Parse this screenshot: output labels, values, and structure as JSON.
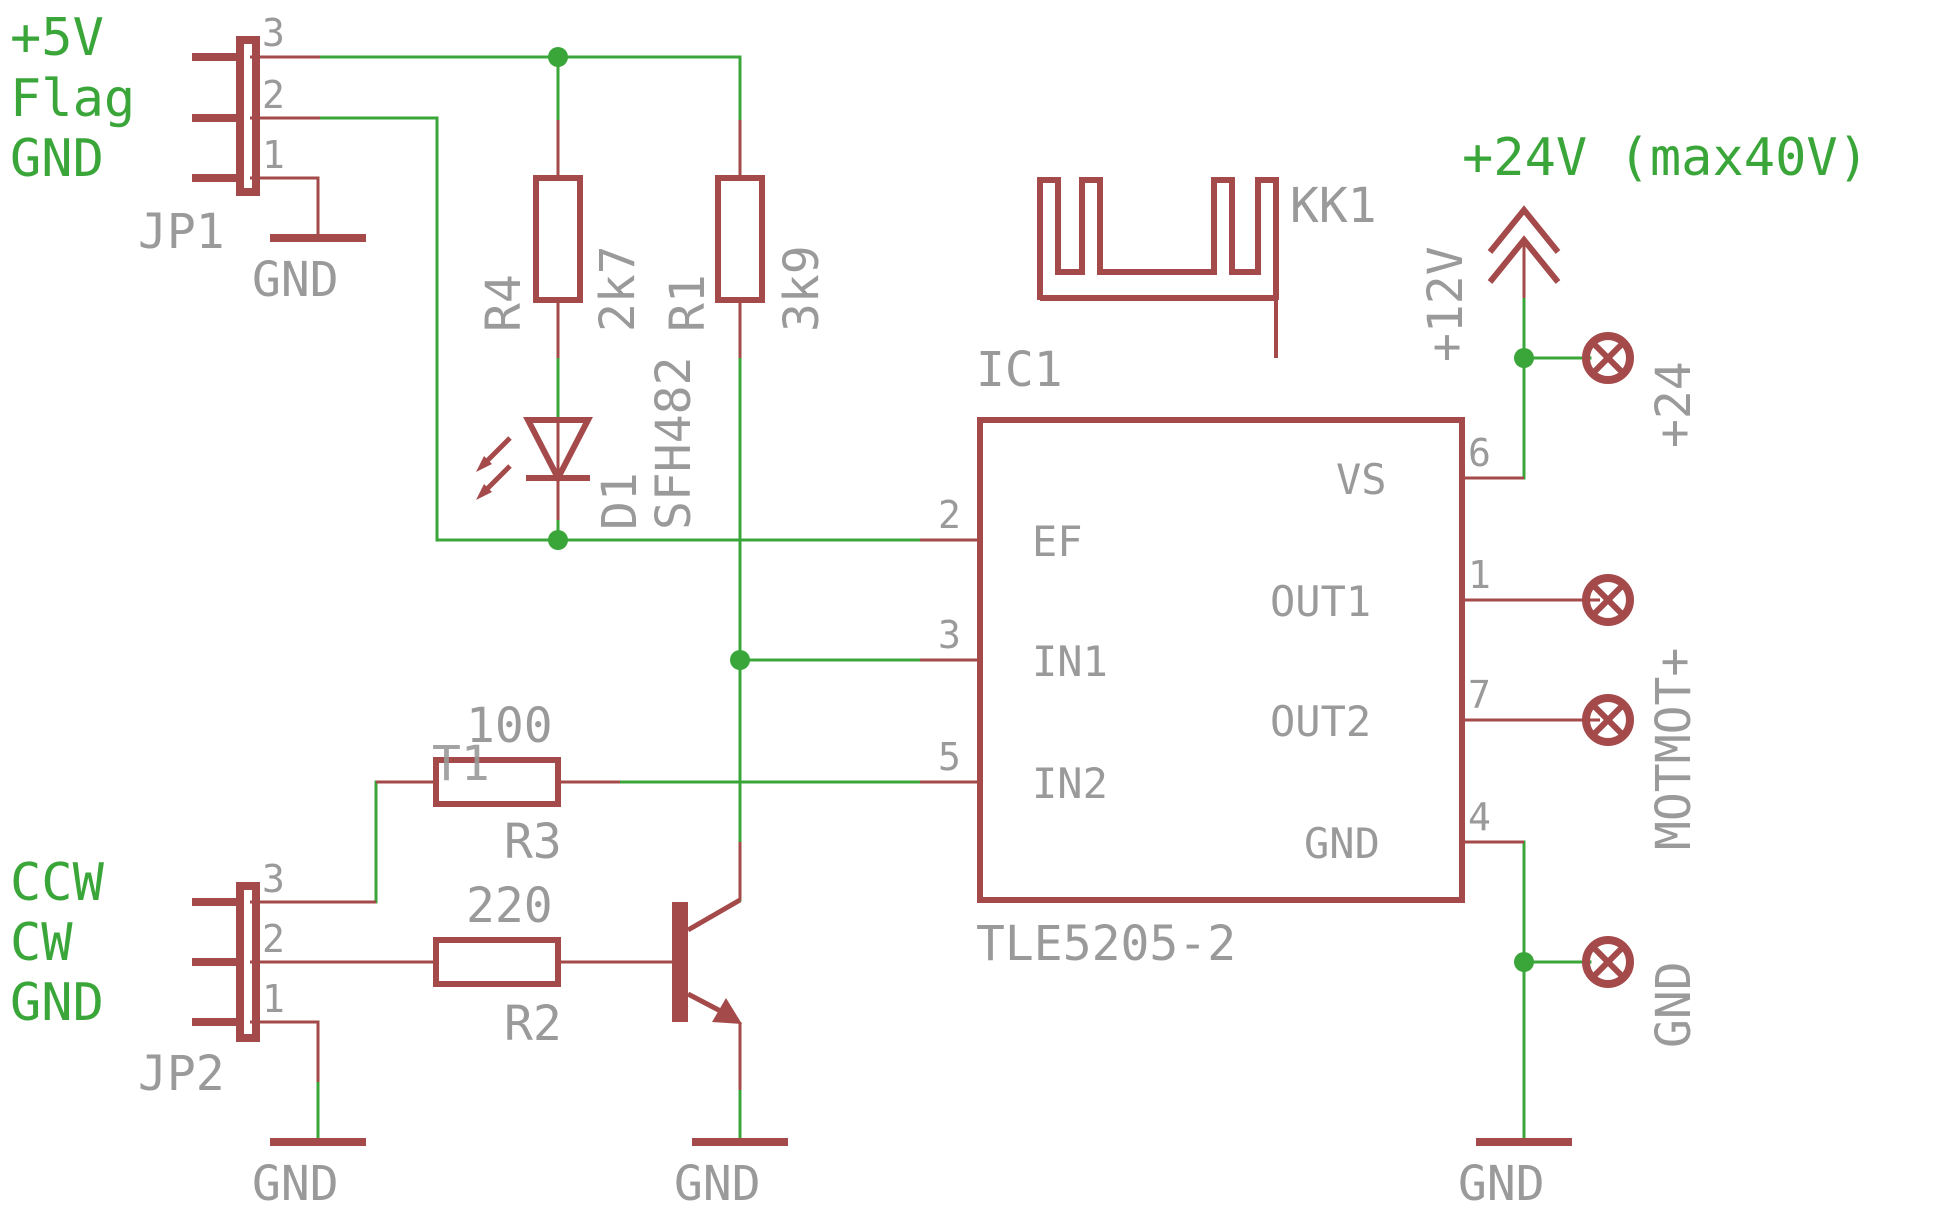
{
  "jp1": {
    "name": "JP1",
    "pins": [
      "3",
      "2",
      "1"
    ],
    "signals": [
      "+5V",
      "Flag",
      "GND"
    ],
    "gnd_label": "GND"
  },
  "jp2": {
    "name": "JP2",
    "pins": [
      "3",
      "2",
      "1"
    ],
    "signals": [
      "CCW",
      "CW",
      "GND"
    ],
    "gnd_label": "GND"
  },
  "r4": {
    "name": "R4",
    "value": "2k7"
  },
  "r1": {
    "name": "R1",
    "value": "3k9"
  },
  "d1": {
    "name": "D1",
    "value": "SFH482"
  },
  "r3": {
    "name": "R3",
    "value": "100"
  },
  "r2": {
    "name": "R2",
    "value": "220"
  },
  "t1": {
    "name": "T1",
    "gnd_label": "GND"
  },
  "kk1": {
    "name": "KK1"
  },
  "ic1": {
    "name": "IC1",
    "part": "TLE5205-2",
    "left_pins": [
      {
        "num": "2",
        "label": "EF"
      },
      {
        "num": "3",
        "label": "IN1"
      },
      {
        "num": "5",
        "label": "IN2"
      }
    ],
    "right_pins": [
      {
        "num": "6",
        "label": "VS"
      },
      {
        "num": "1",
        "label": "OUT1"
      },
      {
        "num": "7",
        "label": "OUT2"
      },
      {
        "num": "4",
        "label": "GND"
      }
    ]
  },
  "supply": {
    "label": "+24V (max40V)",
    "sub_label": "+12V",
    "terminal_24": "+24",
    "terminal_mot": "MOTMOT+",
    "terminal_gnd": "GND",
    "gnd_label": "GND"
  }
}
